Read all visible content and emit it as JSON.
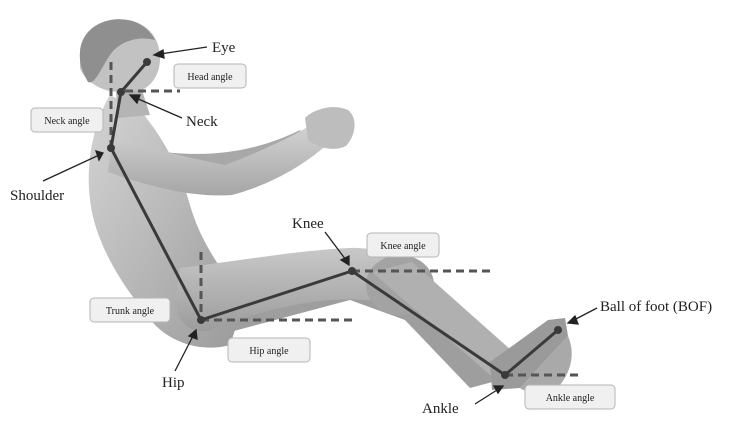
{
  "labels": {
    "eye": "Eye",
    "neck": "Neck",
    "shoulder": "Shoulder",
    "knee": "Knee",
    "hip": "Hip",
    "ankle": "Ankle",
    "bof": "Ball of foot (BOF)"
  },
  "angle_boxes": {
    "head": "Head angle",
    "neck": "Neck angle",
    "knee": "Knee angle",
    "trunk": "Trunk angle",
    "hip": "Hip angle",
    "ankle": "Ankle angle"
  },
  "colors": {
    "mannequin_light": "#c9c9c9",
    "mannequin_mid": "#a9a9a9",
    "mannequin_dark": "#8a8a8a",
    "linkage": "#3a3a3a",
    "box_fill": "#f0f0f0",
    "box_stroke": "#b5b5b5"
  }
}
